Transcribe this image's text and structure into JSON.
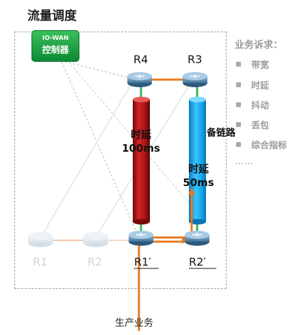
{
  "title": "流量调度",
  "controller": {
    "line1": "IO-WAN",
    "line2": "控制器"
  },
  "routers": {
    "r4": "R4",
    "r3": "R3",
    "r1p": "R1′",
    "r2p": "R2′",
    "r1": "R1",
    "r2": "R2"
  },
  "links": {
    "primary_line1": "时延",
    "primary_line2": "100ms",
    "backup_name": "备链路",
    "backup_line1": "时延",
    "backup_line2": "50ms"
  },
  "traffic_label": "生产业务",
  "requirements": {
    "title": "业务诉求：",
    "items": [
      "带宽",
      "时延",
      "抖动",
      "丢包",
      "综合指标"
    ],
    "more": "……"
  },
  "colors": {
    "primary_tube": "#b01818",
    "backup_tube": "#10a8e8",
    "traffic": "#e8781c",
    "controller": "#1a9c3e"
  }
}
